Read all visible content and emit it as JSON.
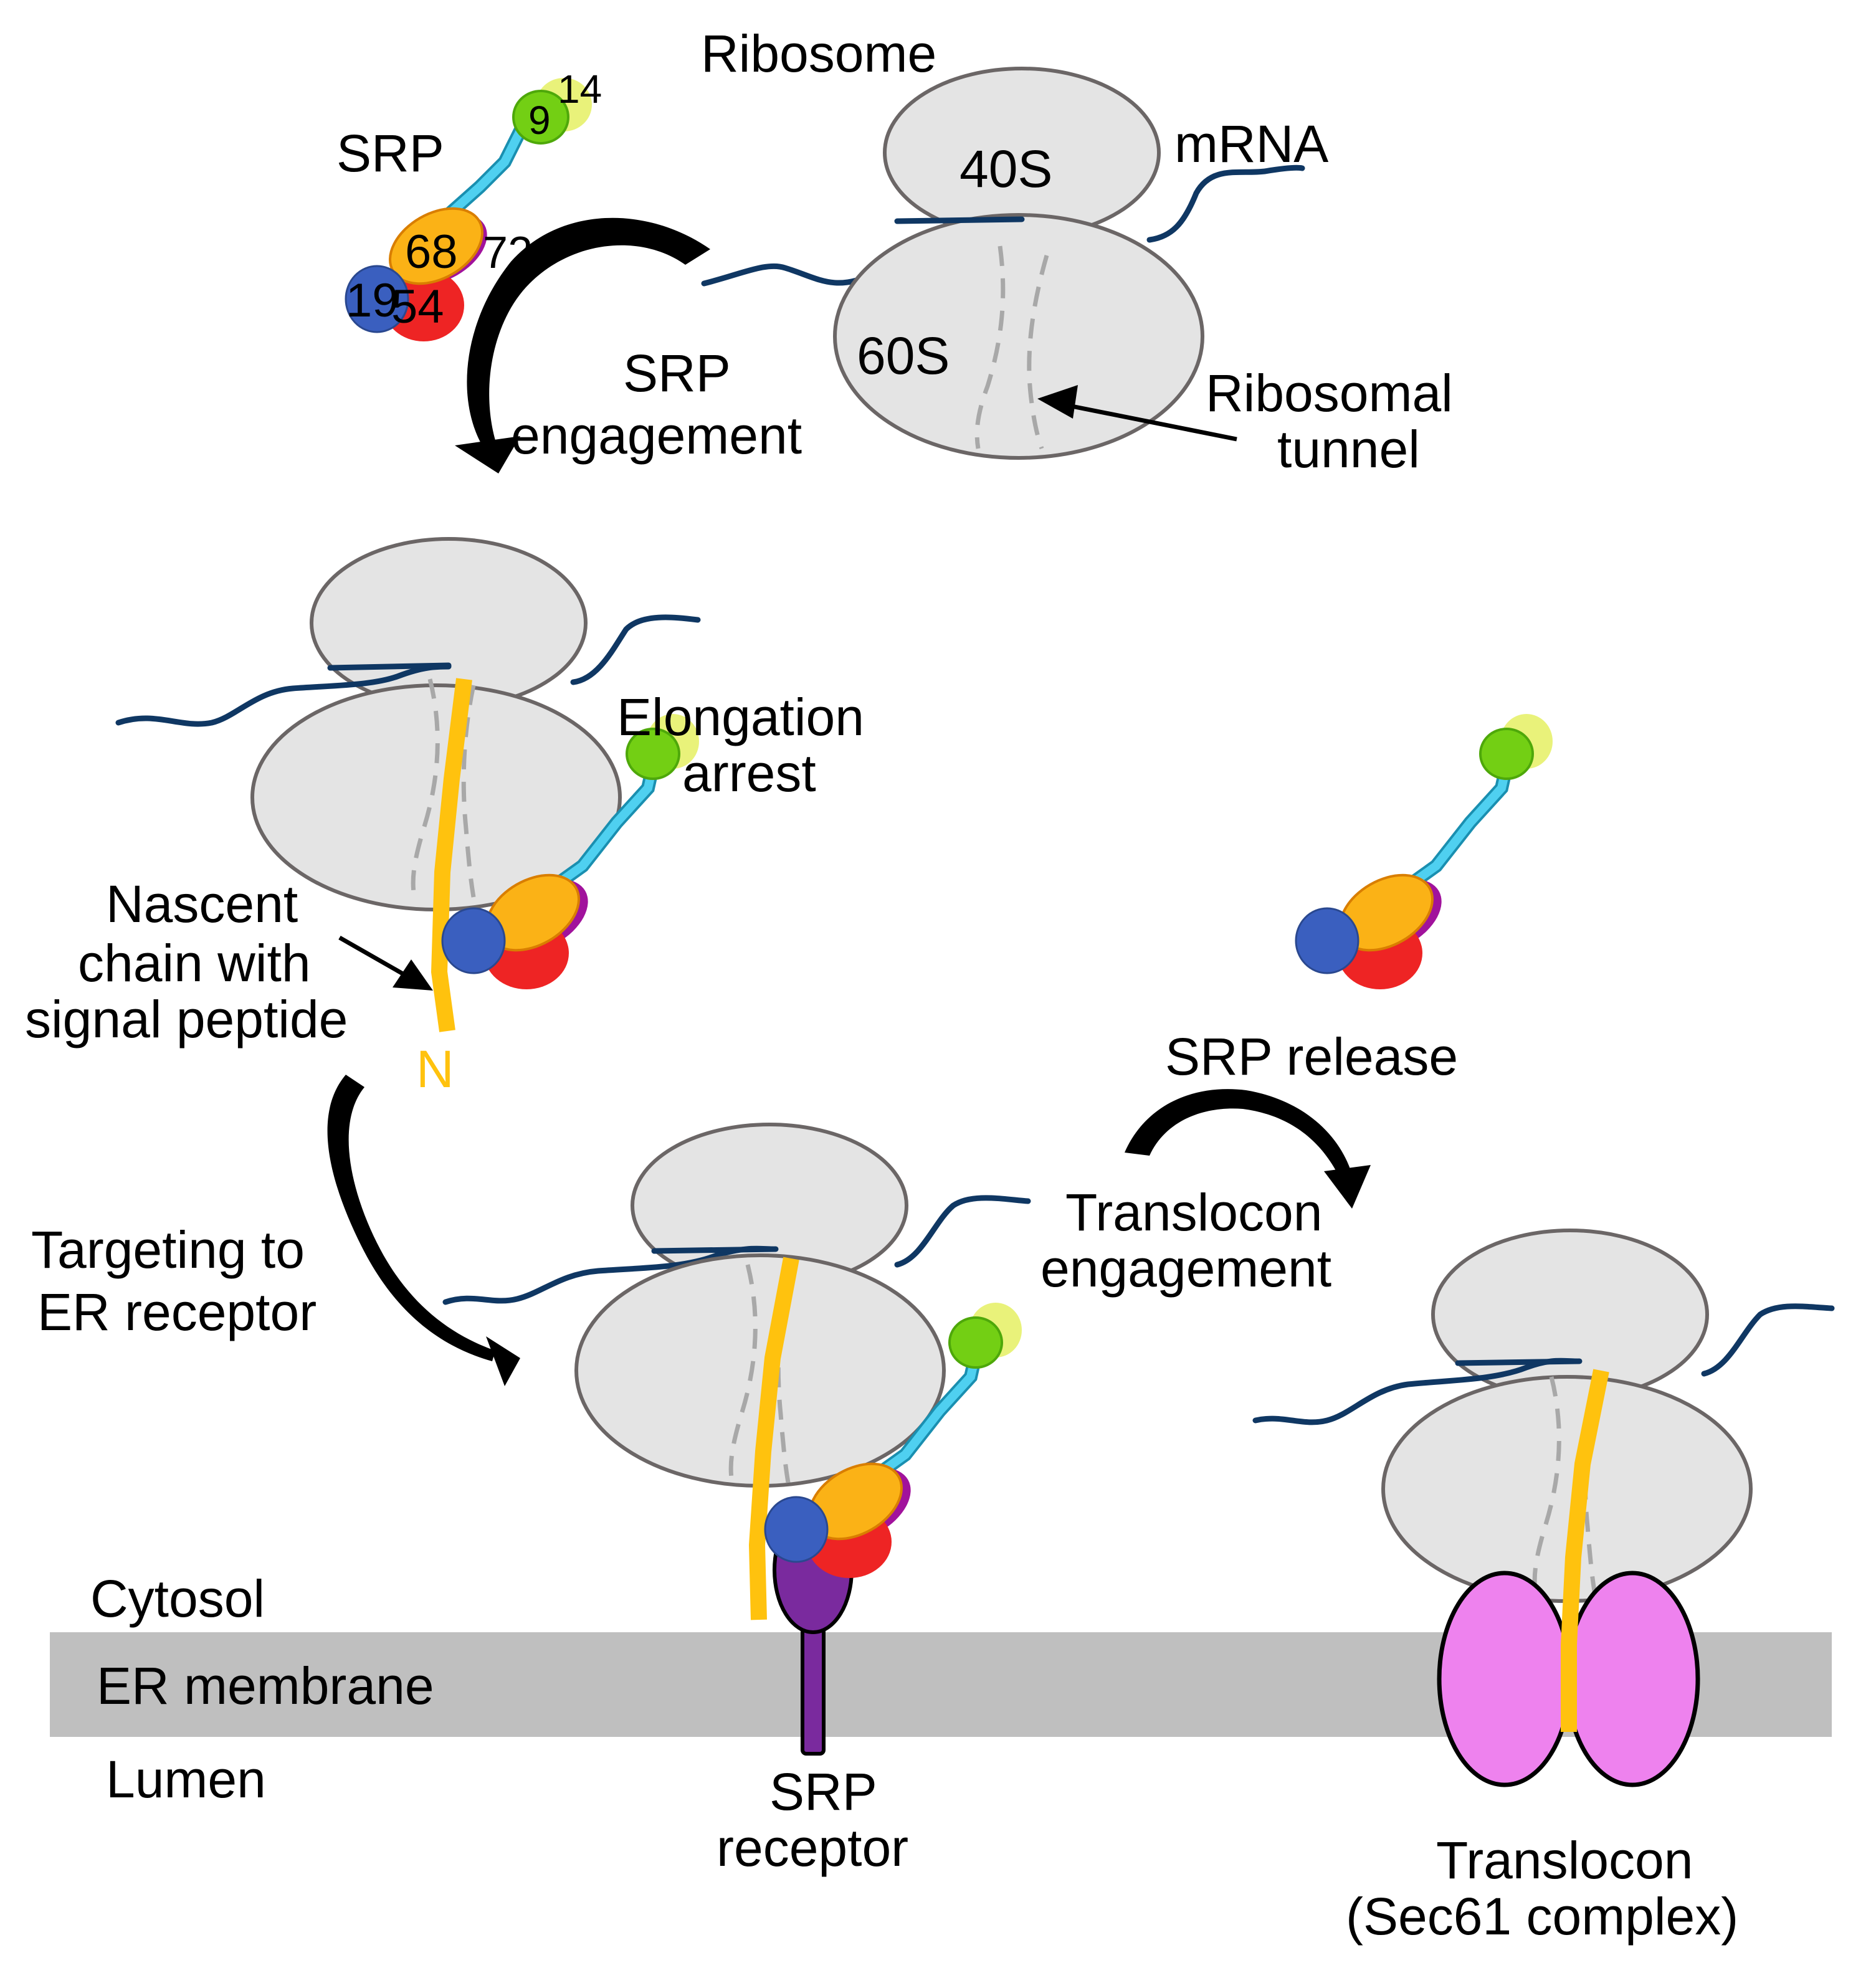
{
  "labels": {
    "ribosome": "Ribosome",
    "srp": "SRP",
    "mrna": "mRNA",
    "subunit_40s": "40S",
    "subunit_60s": "60S",
    "ribosomal_tunnel_line1": "Ribosomal",
    "ribosomal_tunnel_line2": "tunnel",
    "srp_engagement_line1": "SRP",
    "srp_engagement_line2": "engagement",
    "elongation_arrest_line1": "Elongation",
    "elongation_arrest_line2": "arrest",
    "nascent_line1": "Nascent",
    "nascent_line2": "chain with",
    "nascent_line3": "signal peptide",
    "n_terminus": "N",
    "targeting_line1": "Targeting to",
    "targeting_line2": "ER receptor",
    "srp_release": "SRP release",
    "translocon_engagement_line1": "Translocon",
    "translocon_engagement_line2": "engagement",
    "cytosol": "Cytosol",
    "er_membrane": "ER membrane",
    "lumen": "Lumen",
    "srp_receptor_line1": "SRP",
    "srp_receptor_line2": "receptor",
    "translocon_line1": "Translocon",
    "translocon_line2": "(Sec61 complex)"
  },
  "srp_subunits": {
    "s9": "9",
    "s14": "14",
    "s19": "19",
    "s54": "54",
    "s68": "68",
    "s72": "72"
  },
  "colors": {
    "ribosome_fill": "#e4e4e4",
    "ribosome_stroke": "#6b6666",
    "mrna": "#0f3763",
    "nascent_chain": "#ffc20e",
    "srp9": "#73cf14",
    "srp14": "#e9f27a",
    "srp19": "#3a5fbf",
    "srp54": "#ee2424",
    "srp68": "#fbb216",
    "srp72": "#a1129c",
    "srp_rna": "#4fd0f0",
    "srp_receptor": "#7a2a9e",
    "translocon": "#ee82ee",
    "membrane": "#bfbfbf"
  }
}
